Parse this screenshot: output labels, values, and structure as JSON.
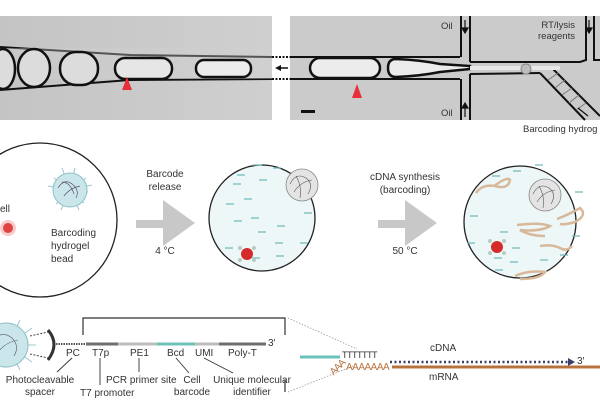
{
  "micrograph": {
    "labels": {
      "oil_top": "Oil",
      "oil_bottom": "Oil",
      "rt_lysis": [
        "RT/lysis",
        "reagents"
      ],
      "barcoding_hydrogel": "Barcoding hydrog"
    },
    "arrow_marker_color": "#e8303a"
  },
  "schematic": {
    "droplet1": {
      "cell_label": "ell",
      "bead_label": [
        "Barcoding",
        "hydrogel",
        "bead"
      ]
    },
    "step1": {
      "label": [
        "Barcode",
        "release"
      ],
      "temperature": "4 °C"
    },
    "step2": {
      "label": [
        "cDNA synthesis",
        "(barcoding)"
      ],
      "temperature": "50 °C"
    }
  },
  "primer": {
    "segments": [
      "PC",
      "T7p",
      "PE1",
      "Bcd",
      "UMI",
      "Poly-T"
    ],
    "end_label": "3′",
    "annotations": {
      "pc": [
        "Photocleavable",
        "spacer"
      ],
      "t7p": "T7 promoter",
      "pe1": "PCR primer site",
      "bcd": [
        "Cell",
        "barcode"
      ],
      "umi": [
        "Unique molecular",
        "identifier"
      ]
    }
  },
  "hybridization": {
    "poly_t": "TTTTTTT",
    "poly_a": "AAAAAAA",
    "poly_a_tail": "AAA",
    "cdna_label": "cDNA",
    "mrna_label": "mRNA",
    "end_label": "3′"
  },
  "colors": {
    "teal": "#5bbcb4",
    "mrna": "#b8733f",
    "gray_arrow": "#c8c8c8",
    "droplet_fill": "#eef7f8"
  }
}
